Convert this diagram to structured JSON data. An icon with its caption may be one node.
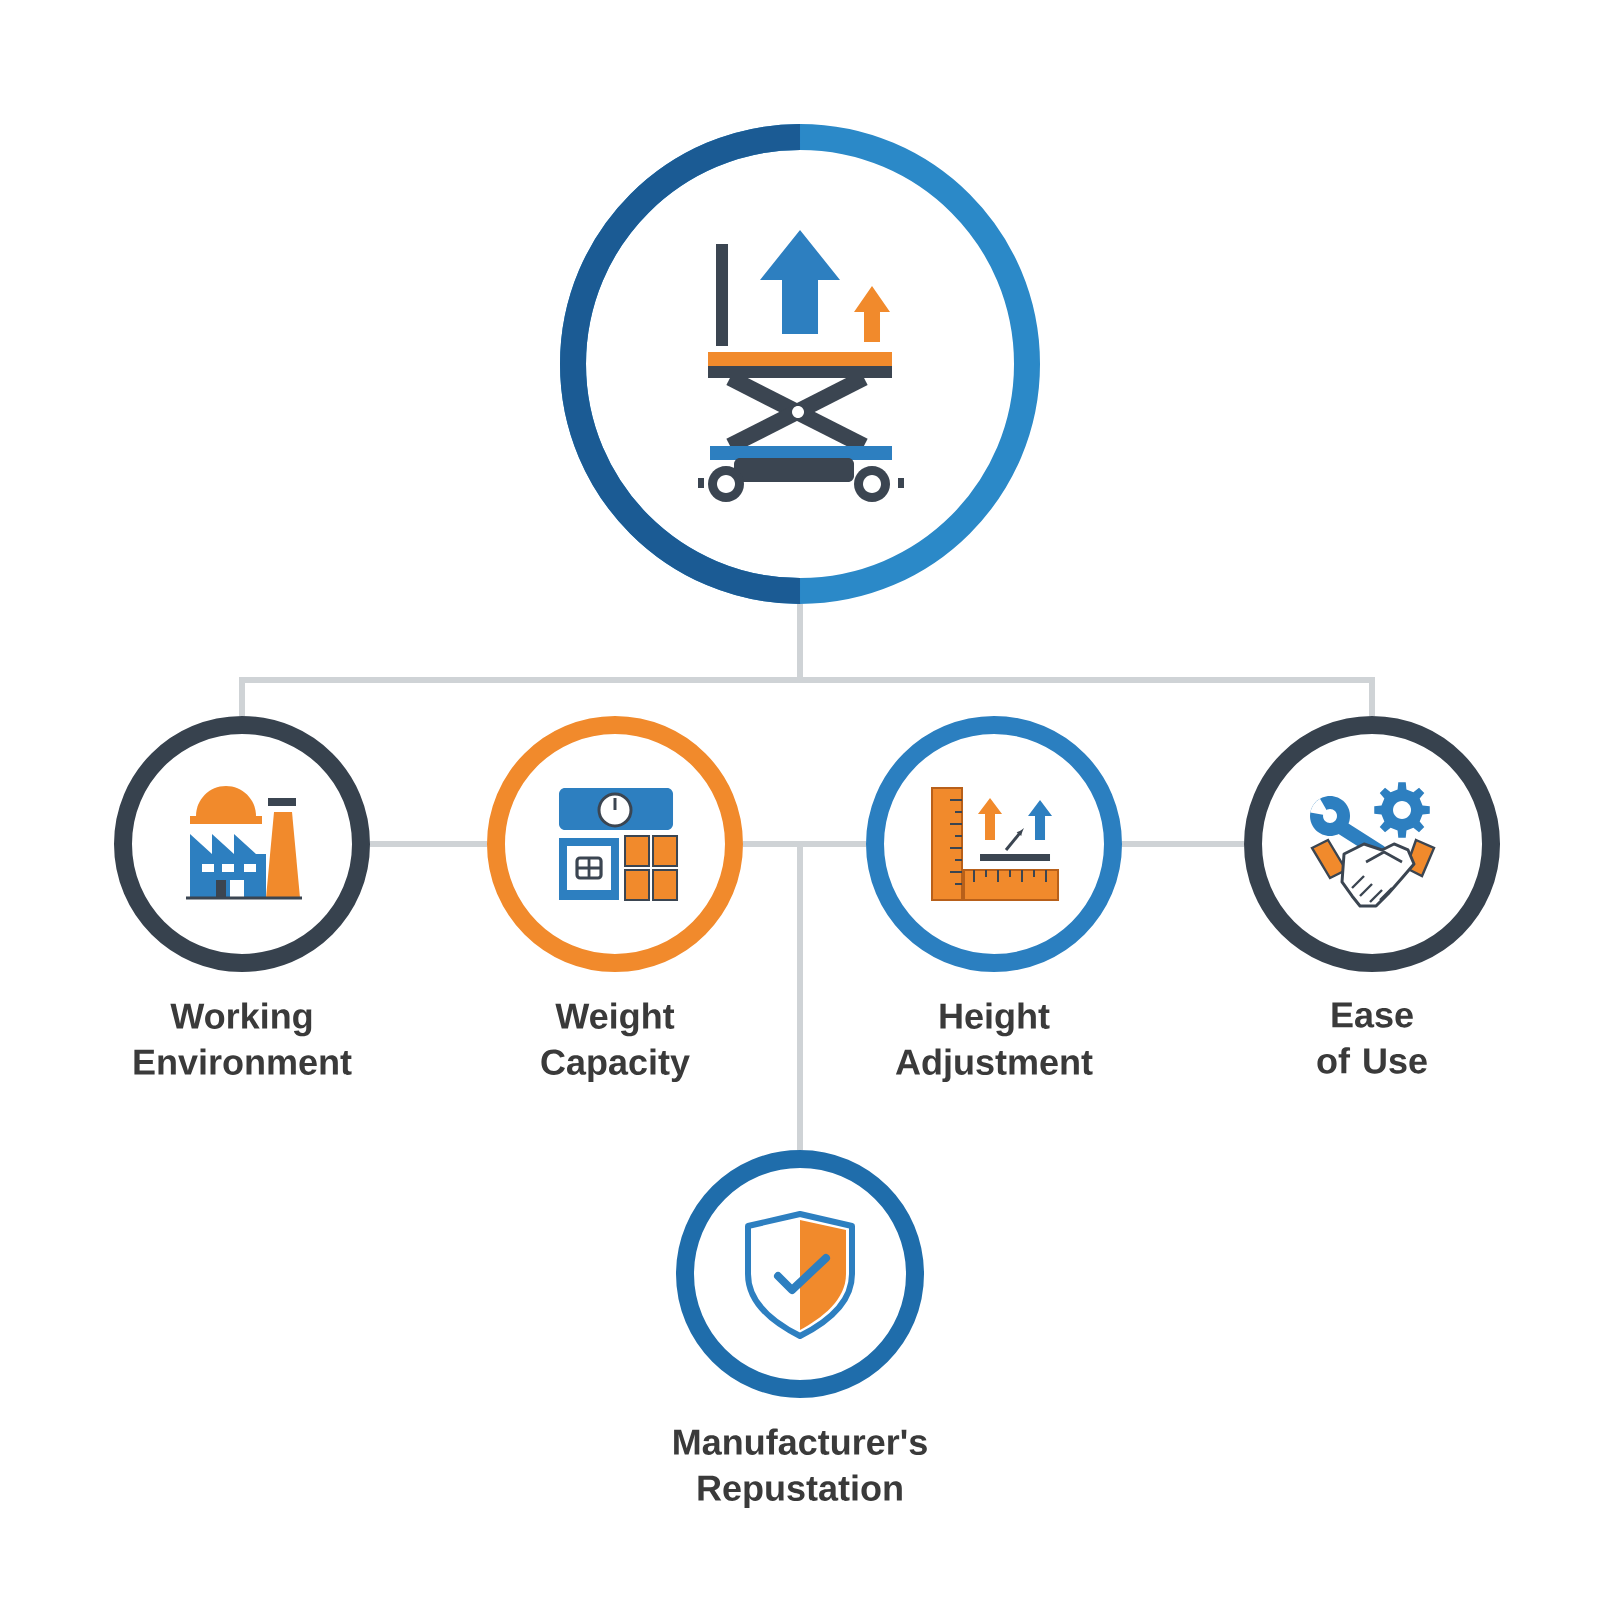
{
  "diagram": {
    "nodes": [
      {
        "text": [],
        "shape": "circle"
      },
      {
        "text": [
          "Working Environment"
        ]
      },
      {
        "text": [
          "Weight Capacity"
        ]
      },
      {
        "text": [
          "Height Adjustment"
        ]
      },
      {
        "text": [
          "Ease of Use"
        ]
      },
      {
        "text": [
          "Manufacturer's Repustation"
        ]
      }
    ],
    "edges": [
      {
        "from": 0,
        "to": 1,
        "arrow": "none"
      },
      {
        "from": 0,
        "to": 4,
        "arrow": "none"
      },
      {
        "from": 1,
        "to": 2,
        "arrow": "none"
      },
      {
        "from": 3,
        "to": 4,
        "arrow": "none"
      },
      {
        "from": 2,
        "to": 5,
        "arrow": "none"
      },
      {
        "from": 3,
        "to": 5,
        "arrow": "none"
      }
    ]
  }
}
